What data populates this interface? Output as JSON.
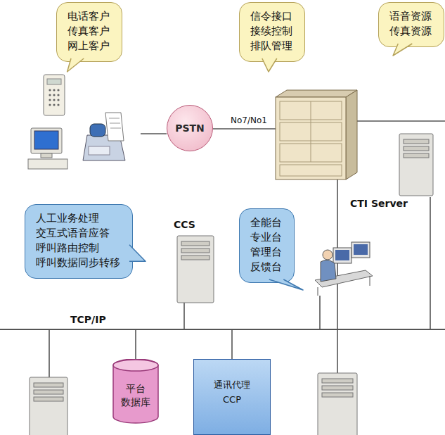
{
  "diagram": {
    "nodes": [
      {
        "text": [
          "电话客户 传真客户 网上客户"
        ]
      },
      {
        "text": [
          "信令接口 接续控制 排队管理"
        ]
      },
      {
        "text": [
          "语音资源 传真资源"
        ]
      },
      {
        "text": [
          "PSTN"
        ]
      },
      {
        "text": [
          "人工业务处理 交互式语音应答 呼叫路由控制 呼叫数据同步转移"
        ]
      },
      {
        "text": [
          "全能台 专业台 管理台 反馈台"
        ]
      },
      {
        "text": [
          "平台 数据库"
        ]
      },
      {
        "text": [
          "通讯代理",
          "CCP"
        ]
      }
    ],
    "labels": [
      "No7/No1",
      "CTI Server",
      "CCS",
      "TCP/IP"
    ]
  }
}
